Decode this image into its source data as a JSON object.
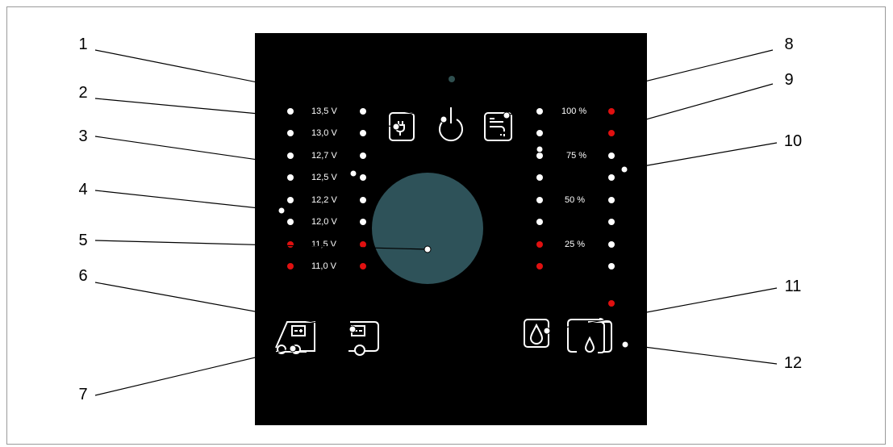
{
  "colors": {
    "panel": "#000000",
    "led_white": "#ffffff",
    "led_red": "#e01010",
    "knob": "#2e5259",
    "status_led": "#2f4f4f",
    "leader": "#000000"
  },
  "voltage_labels": [
    "13,5 V",
    "13,0 V",
    "12,7 V",
    "12,5 V",
    "12,2 V",
    "12,0 V",
    "11,5 V",
    "11,0 V"
  ],
  "voltage_leds_left": [
    "white",
    "white",
    "white",
    "white",
    "white",
    "white",
    "red",
    "red"
  ],
  "voltage_leds_right": [
    "white",
    "white",
    "white",
    "white",
    "white",
    "white",
    "red",
    "red"
  ],
  "tank_labels": [
    "100 %",
    "",
    "75 %",
    "",
    "50 %",
    "",
    "25 %",
    ""
  ],
  "tank_leds_left": [
    "white",
    "white",
    "white",
    "white",
    "white",
    "white",
    "red",
    "red"
  ],
  "tank_leds_right": [
    "red",
    "red",
    "white",
    "white",
    "white",
    "white",
    "white",
    "white",
    "red"
  ],
  "icons": {
    "power": "power-icon",
    "mains": "mains-plug-icon",
    "water_tap": "water-tap-icon",
    "fresh_water": "water-drop-icon",
    "waste_water": "waste-water-tank-icon",
    "caravan_battery": "caravan-battery-icon",
    "vehicle_battery": "vehicle-battery-icon"
  },
  "callouts": [
    "1",
    "2",
    "3",
    "4",
    "5",
    "6",
    "7",
    "8",
    "9",
    "10",
    "11",
    "12"
  ]
}
